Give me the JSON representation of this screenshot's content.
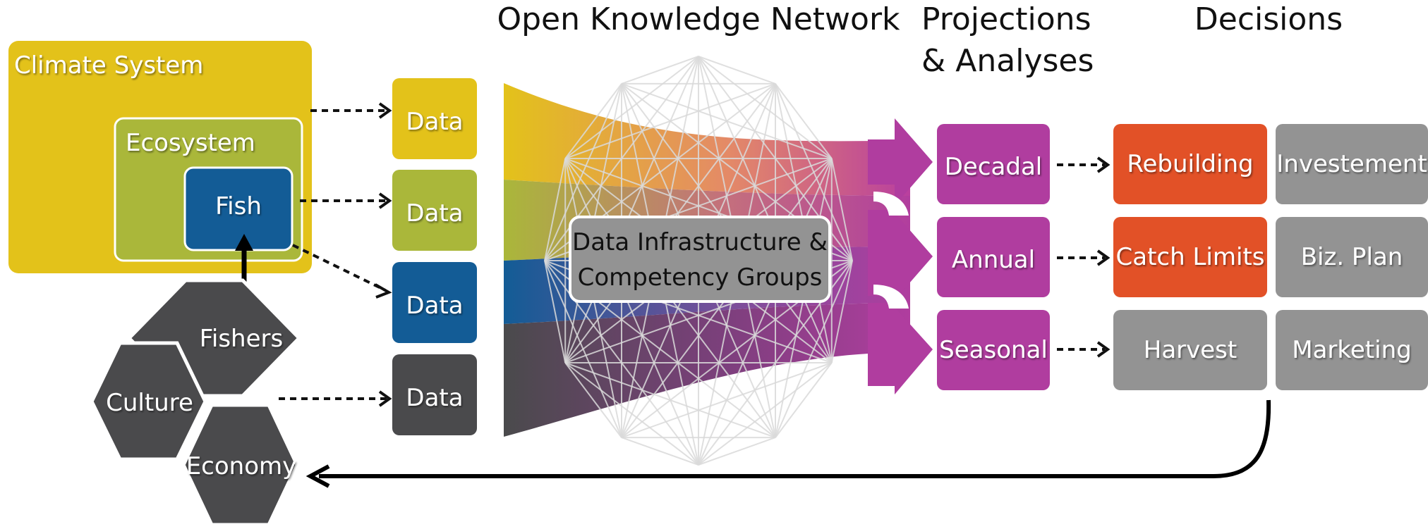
{
  "headers": {
    "network": "Open Knowledge Network",
    "projections_line1": "Projections",
    "projections_line2": "& Analyses",
    "decisions": "Decisions"
  },
  "systems": {
    "climate": "Climate System",
    "ecosystem": "Ecosystem",
    "fish": "Fish"
  },
  "human": {
    "fishers": "Fishers",
    "culture": "Culture",
    "economy": "Economy"
  },
  "data_boxes": [
    "Data",
    "Data",
    "Data",
    "Data"
  ],
  "infrastructure": {
    "line1": "Data Infrastructure &",
    "line2": "Competency Groups"
  },
  "projections": [
    "Decadal",
    "Annual",
    "Seasonal"
  ],
  "decisions": {
    "column1": [
      "Rebuilding",
      "Catch Limits",
      "Harvest"
    ],
    "column2": [
      "Investement",
      "Biz. Plan",
      "Marketing"
    ]
  },
  "colors": {
    "climate": "#e3c21a",
    "ecosystem": "#aab73a",
    "fish": "#135c96",
    "dark": "#4a4a4c",
    "magenta": "#b03d9f",
    "orange": "#e25127",
    "gray": "#939393"
  }
}
